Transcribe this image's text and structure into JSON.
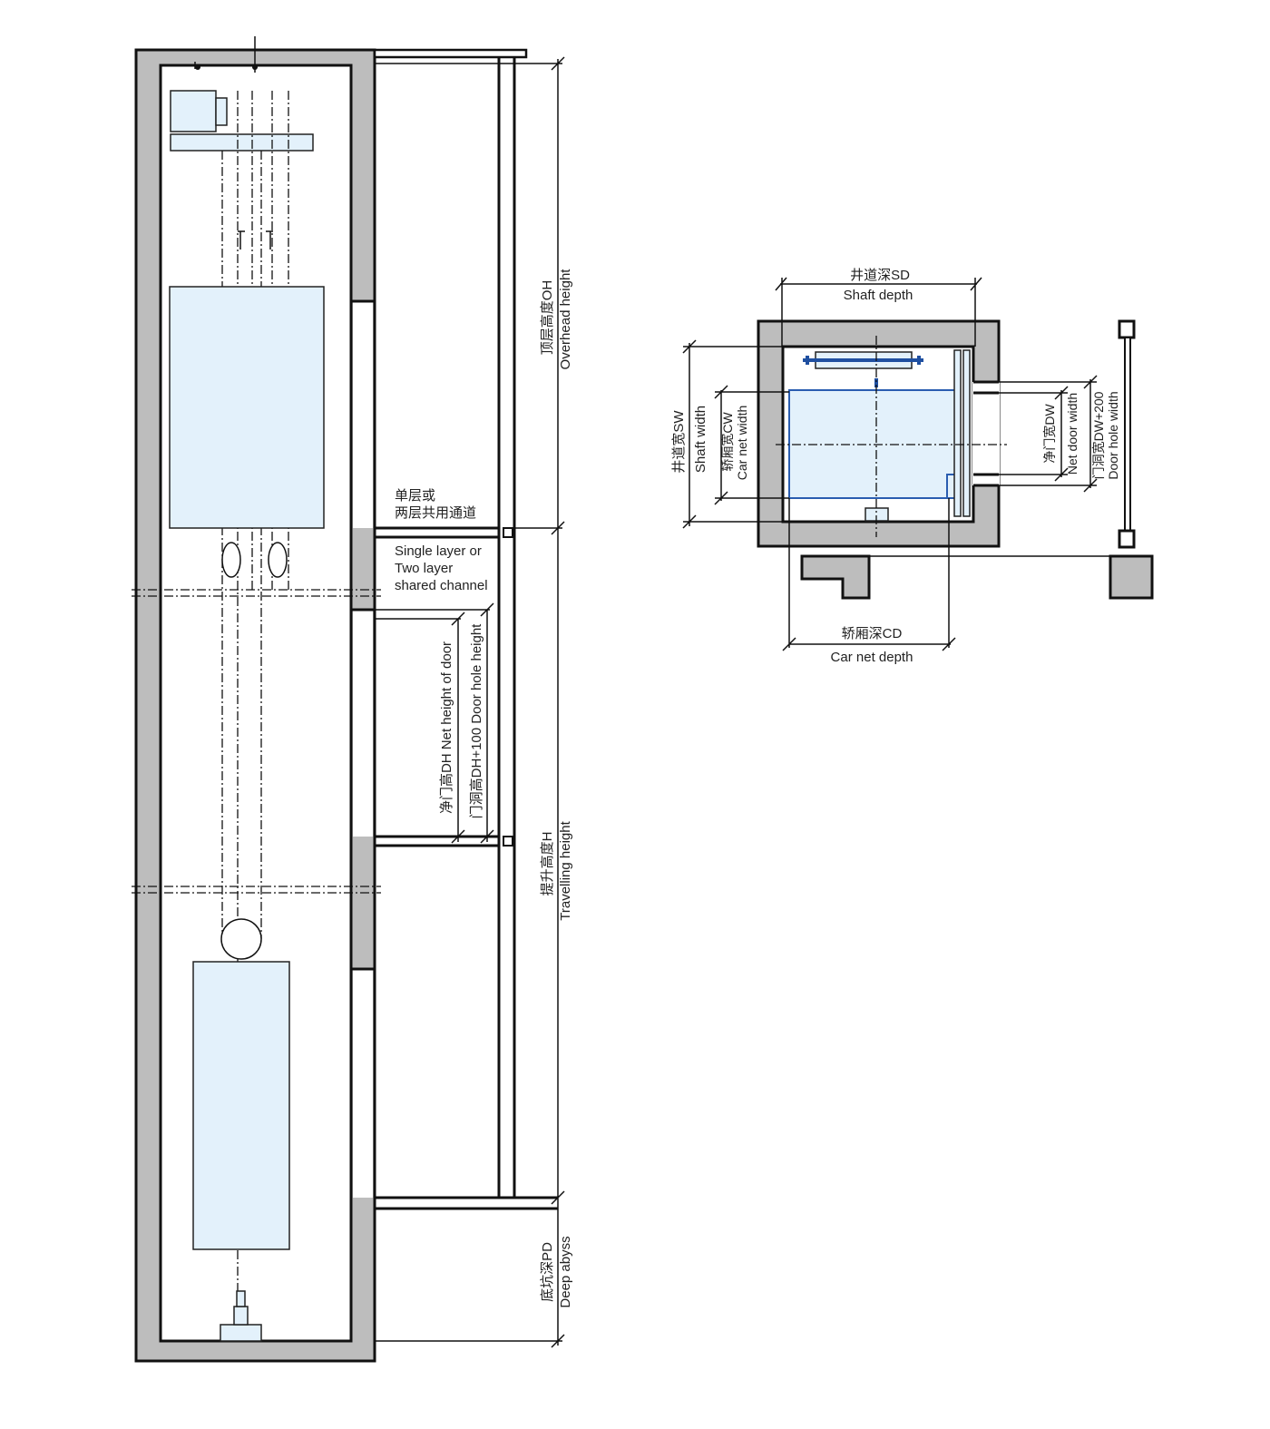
{
  "elevation": {
    "overhead_cn": "顶层高度OH",
    "overhead_en": "Overhead height",
    "travel_cn": "提升高度H",
    "travel_en": "Travelling height",
    "pit_cn": "底坑深PD",
    "pit_en": "Deep abyss",
    "channel_cn_1": "单层或",
    "channel_cn_2": "两层共用通道",
    "channel_en_1": "Single layer or",
    "channel_en_2": "Two layer",
    "channel_en_3": "shared channel",
    "door_net_height": "净门高DH    Net height of door",
    "door_hole_height": "门洞高DH+100  Door hole height"
  },
  "plan": {
    "shaft_depth_cn": "井道深SD",
    "shaft_depth_en": "Shaft depth",
    "shaft_width_cn": "井道宽SW",
    "shaft_width_en": "Shaft width",
    "car_width_cn": "轿厢宽CW",
    "car_width_en": "Car net width",
    "net_door_cn": "净门宽DW",
    "net_door_en": "Net door width",
    "door_hole_cn": "门洞宽DW+200",
    "door_hole_en": "Door hole width",
    "car_depth_cn": "轿厢深CD",
    "car_depth_en": "Car net depth"
  },
  "colors": {
    "wall": "#bdbdbd",
    "car": "#e3f1fb",
    "car_outline": "#2a5db0"
  }
}
